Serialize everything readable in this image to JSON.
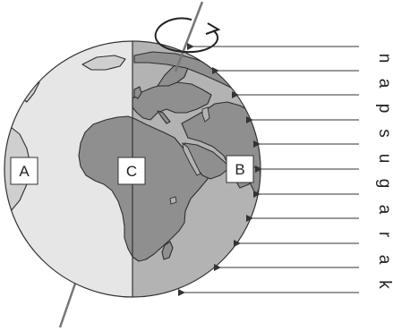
{
  "colors": {
    "day_side": "#b3b3b3",
    "night_side": "#e6e6e6",
    "land_day": "#8f8f8f",
    "land_night": "#cfcfcf",
    "outline": "#333333"
  },
  "labels": {
    "a": "A",
    "b": "B",
    "c": "C"
  },
  "sunlight_word": [
    "n",
    "a",
    "p",
    "s",
    "u",
    "g",
    "a",
    "r",
    "a",
    "k"
  ],
  "icons": [
    "globe",
    "earth-axis",
    "rotation-arrow",
    "sun-ray-arrow"
  ]
}
